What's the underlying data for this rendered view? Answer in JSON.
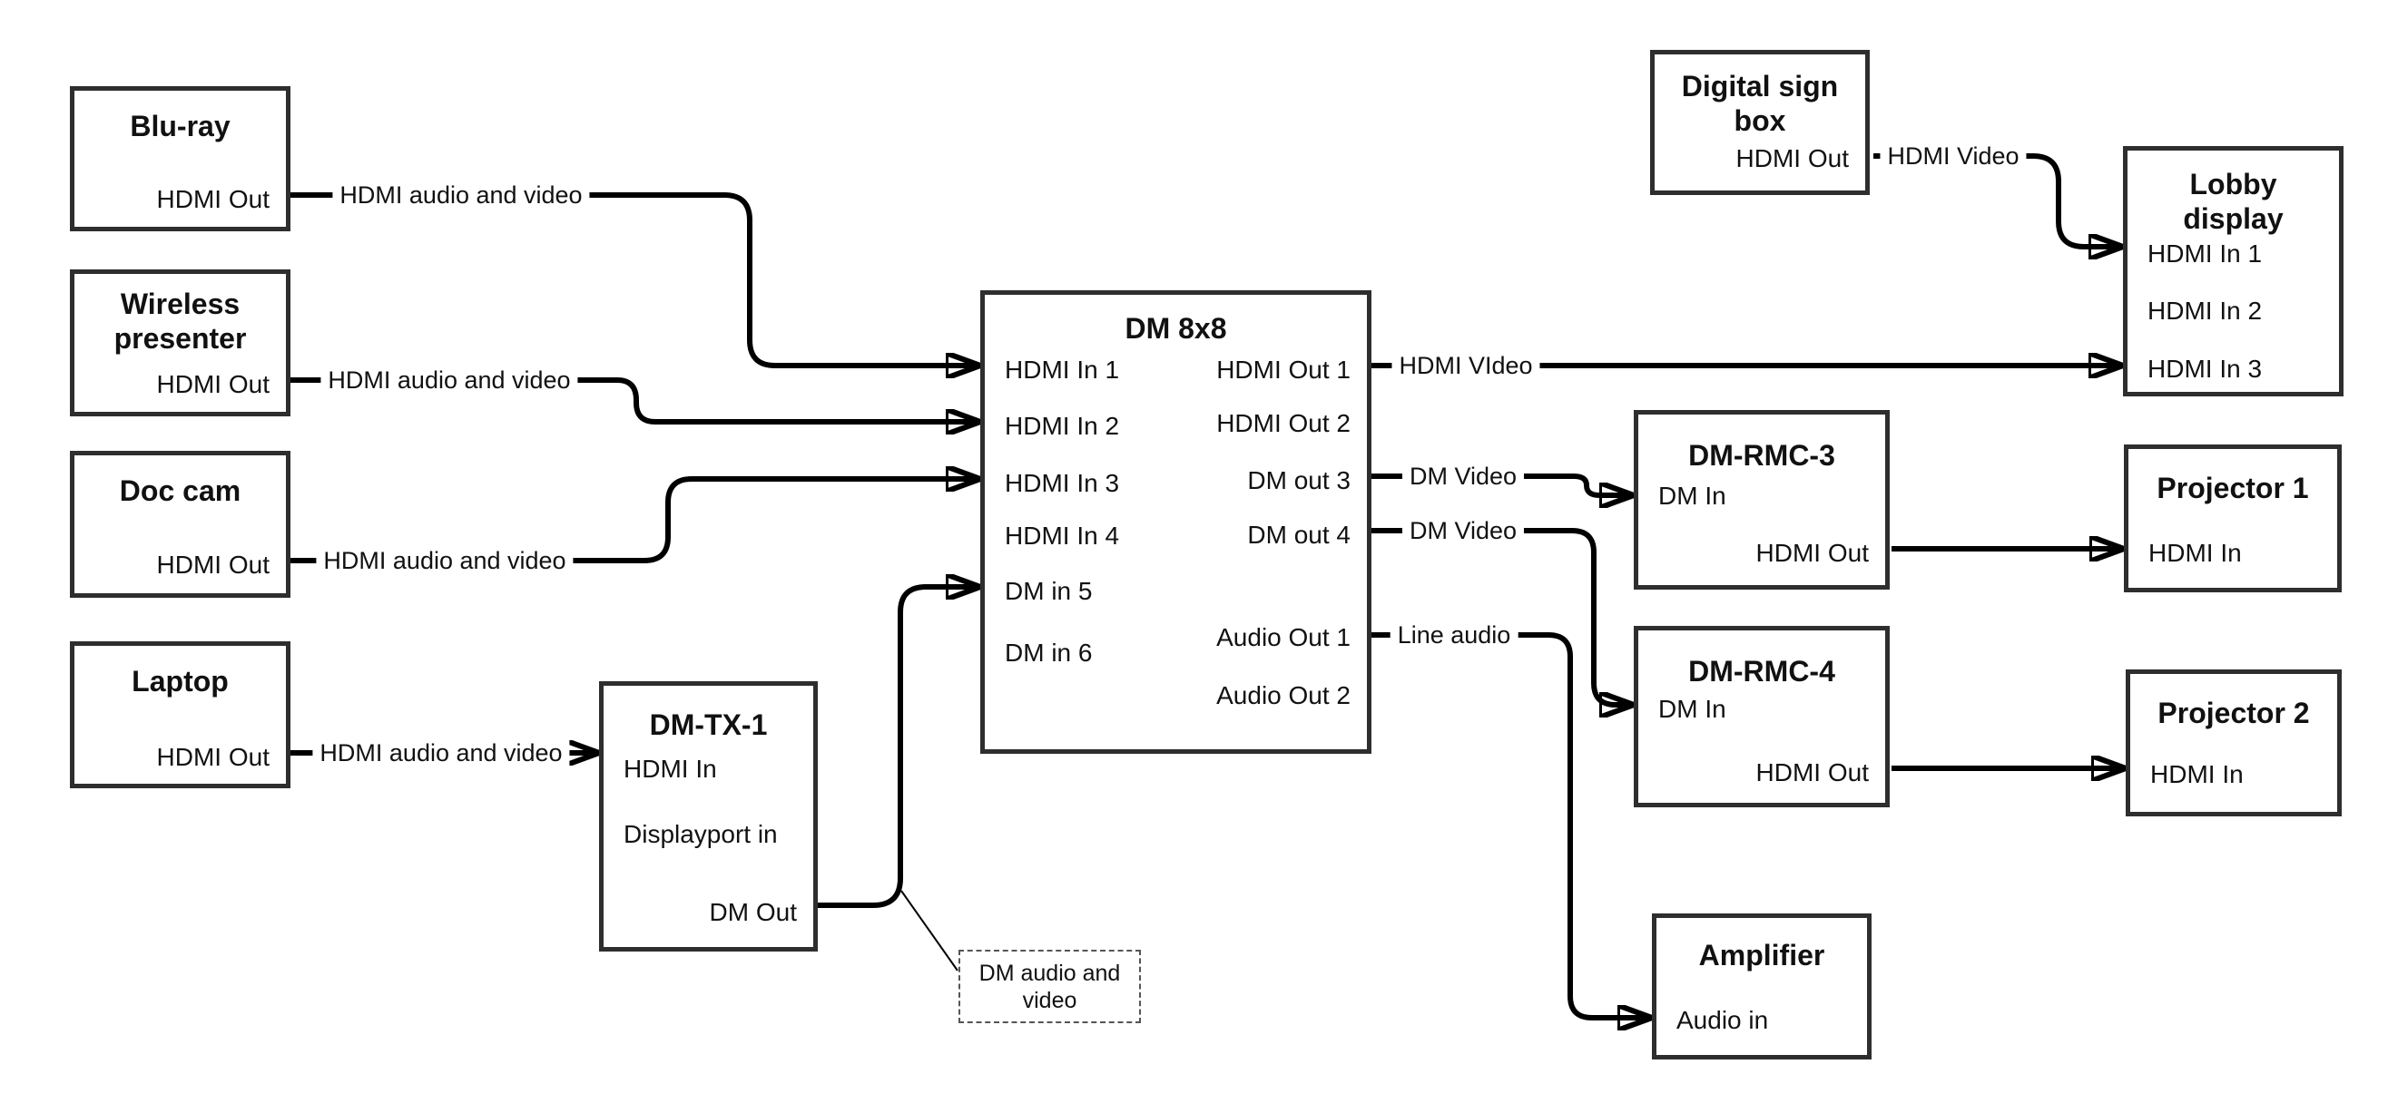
{
  "diagram": {
    "background": "#ffffff",
    "wire_color": "#000000",
    "box_border_color": "#2e2e2e"
  },
  "nodes": {
    "bluray": {
      "title": "Blu-ray",
      "port_hdmi_out": "HDMI Out"
    },
    "wireless": {
      "title": "Wireless\npresenter",
      "port_hdmi_out": "HDMI Out"
    },
    "doccam": {
      "title": "Doc cam",
      "port_hdmi_out": "HDMI Out"
    },
    "laptop": {
      "title": "Laptop",
      "port_hdmi_out": "HDMI Out"
    },
    "dm_tx_1": {
      "title": "DM-TX-1",
      "port_hdmi_in": "HDMI In",
      "port_displayport_in": "Displayport in",
      "port_dm_out": "DM Out"
    },
    "dm_8x8": {
      "title": "DM 8x8",
      "port_hdmi_in_1": "HDMI In 1",
      "port_hdmi_in_2": "HDMI In 2",
      "port_hdmi_in_3": "HDMI In 3",
      "port_hdmi_in_4": "HDMI In 4",
      "port_dm_in_5": "DM in 5",
      "port_dm_in_6": "DM in 6",
      "port_hdmi_out_1": "HDMI Out 1",
      "port_hdmi_out_2": "HDMI Out 2",
      "port_dm_out_3": "DM out 3",
      "port_dm_out_4": "DM out 4",
      "port_audio_out_1": "Audio Out 1",
      "port_audio_out_2": "Audio Out 2"
    },
    "digital_sign": {
      "title": "Digital sign\nbox",
      "port_hdmi_out": "HDMI Out"
    },
    "lobby_display": {
      "title": "Lobby\ndisplay",
      "port_hdmi_in_1": "HDMI In 1",
      "port_hdmi_in_2": "HDMI In 2",
      "port_hdmi_in_3": "HDMI In 3"
    },
    "dm_rmc_3": {
      "title": "DM-RMC-3",
      "port_dm_in": "DM In",
      "port_hdmi_out": "HDMI Out"
    },
    "projector_1": {
      "title": "Projector 1",
      "port_hdmi_in": "HDMI In"
    },
    "dm_rmc_4": {
      "title": "DM-RMC-4",
      "port_dm_in": "DM In",
      "port_hdmi_out": "HDMI Out"
    },
    "projector_2": {
      "title": "Projector 2",
      "port_hdmi_in": "HDMI In"
    },
    "amplifier": {
      "title": "Amplifier",
      "port_audio_in": "Audio in"
    }
  },
  "wire_labels": {
    "bluray_to_dm8x8": "HDMI audio and video",
    "wireless_to_dm8x8": "HDMI audio and video",
    "doccam_to_dm8x8": "HDMI audio and video",
    "laptop_to_dmtx1": "HDMI audio and video",
    "hdmi_out1_to_lobby": "HDMI VIdeo",
    "dm_out3_to_rmc3": "DM Video",
    "dm_out4_to_rmc4": "DM Video",
    "audio_out1_to_amplifier": "Line audio",
    "sign_to_lobby": "HDMI Video"
  },
  "annotation": {
    "text": "DM audio and\nvideo"
  }
}
